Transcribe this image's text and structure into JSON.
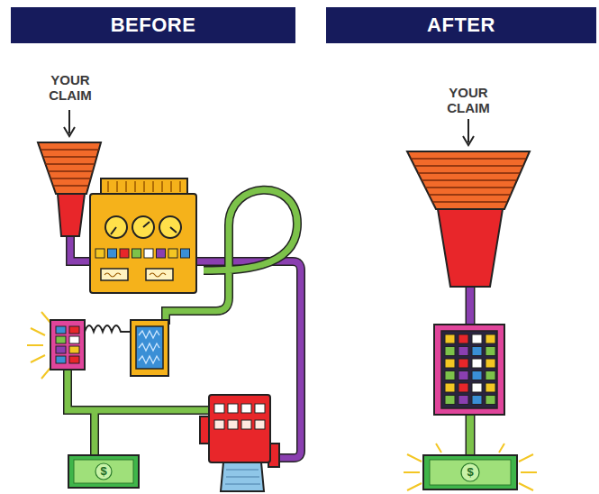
{
  "diagram": {
    "nodes": [
      {
        "text": [
          "BEFORE"
        ]
      },
      {
        "text": [
          "AFTER"
        ]
      }
    ],
    "labels": [
      "YOUR CLAIM",
      "YOUR CLAIM",
      "$",
      "$"
    ]
  }
}
